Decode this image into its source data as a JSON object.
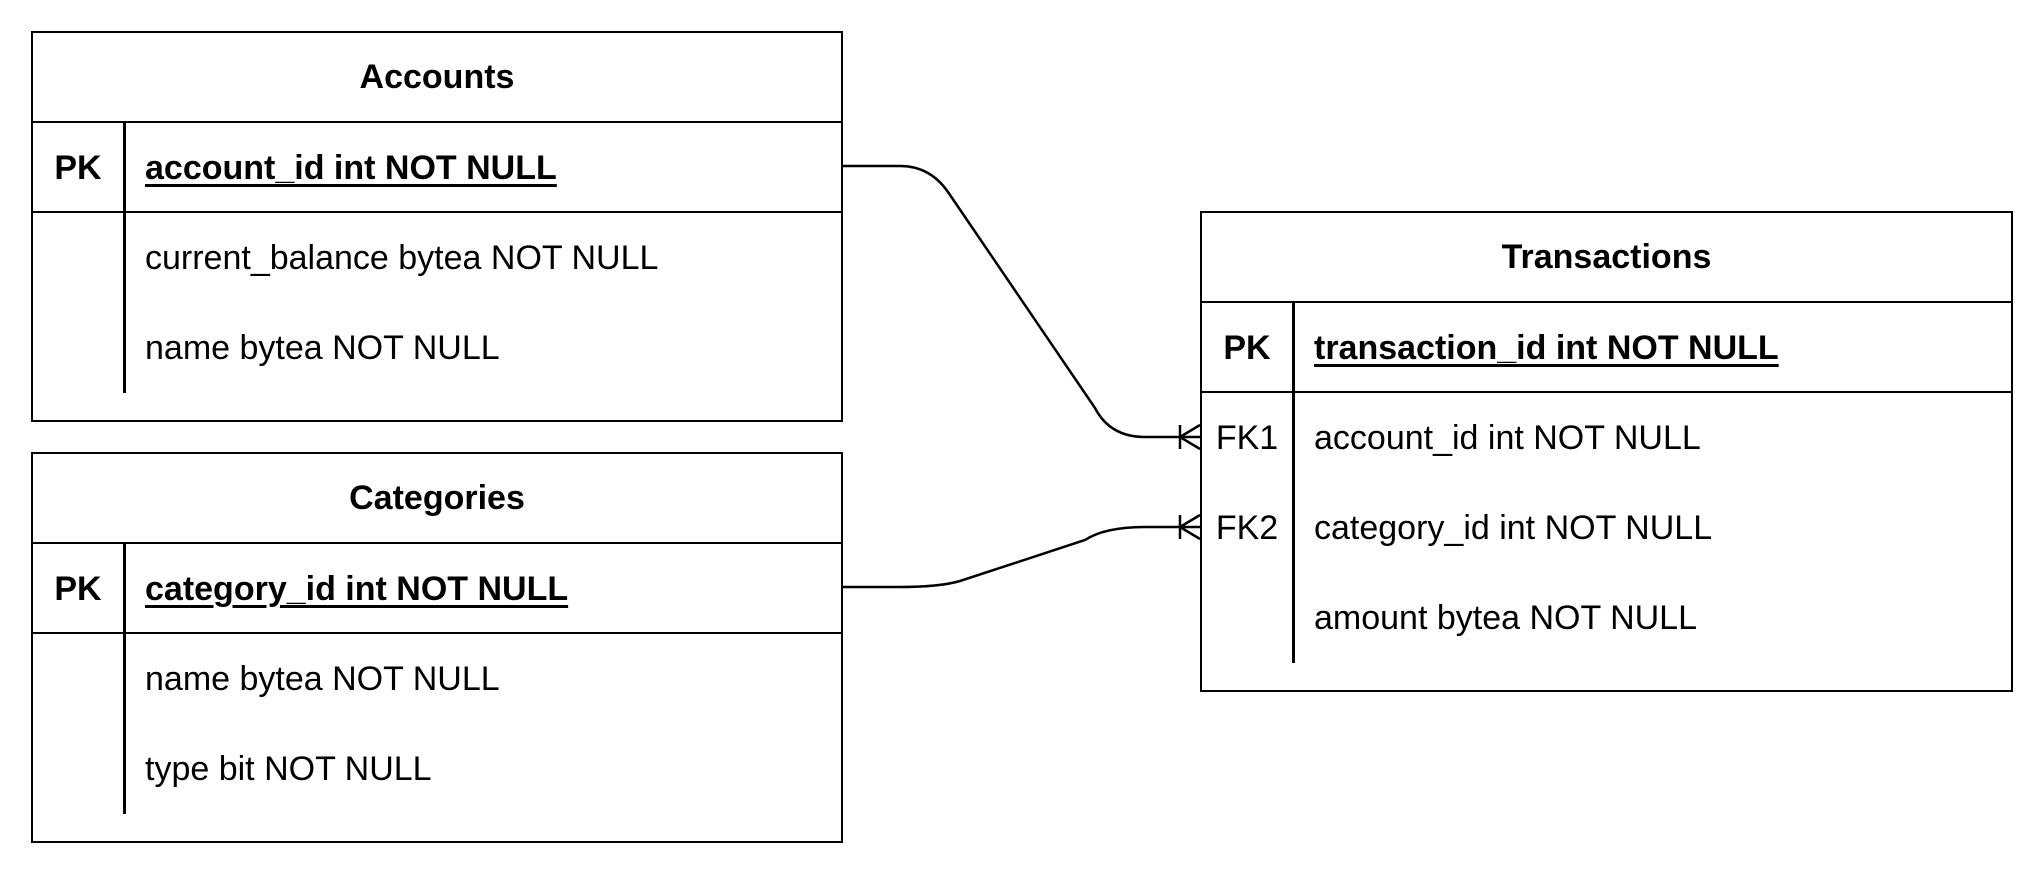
{
  "entities": {
    "accounts": {
      "title": "Accounts",
      "pk": {
        "key": "PK",
        "field": "account_id int NOT NULL"
      },
      "attributes": [
        {
          "key": "",
          "field": "current_balance bytea NOT NULL"
        },
        {
          "key": "",
          "field": "name bytea NOT NULL"
        }
      ]
    },
    "categories": {
      "title": "Categories",
      "pk": {
        "key": "PK",
        "field": "category_id int NOT NULL"
      },
      "attributes": [
        {
          "key": "",
          "field": "name bytea NOT NULL"
        },
        {
          "key": "",
          "field": "type bit NOT NULL"
        }
      ]
    },
    "transactions": {
      "title": "Transactions",
      "pk": {
        "key": "PK",
        "field": "transaction_id int NOT NULL"
      },
      "attributes": [
        {
          "key": "FK1",
          "field": "account_id int NOT NULL"
        },
        {
          "key": "FK2",
          "field": "category_id int NOT NULL"
        },
        {
          "key": "",
          "field": "amount bytea NOT NULL"
        }
      ]
    }
  },
  "relationships": [
    {
      "from": "accounts.account_id",
      "to": "transactions.account_id",
      "cardinality": "one-to-many"
    },
    {
      "from": "categories.category_id",
      "to": "transactions.category_id",
      "cardinality": "one-to-many"
    }
  ]
}
